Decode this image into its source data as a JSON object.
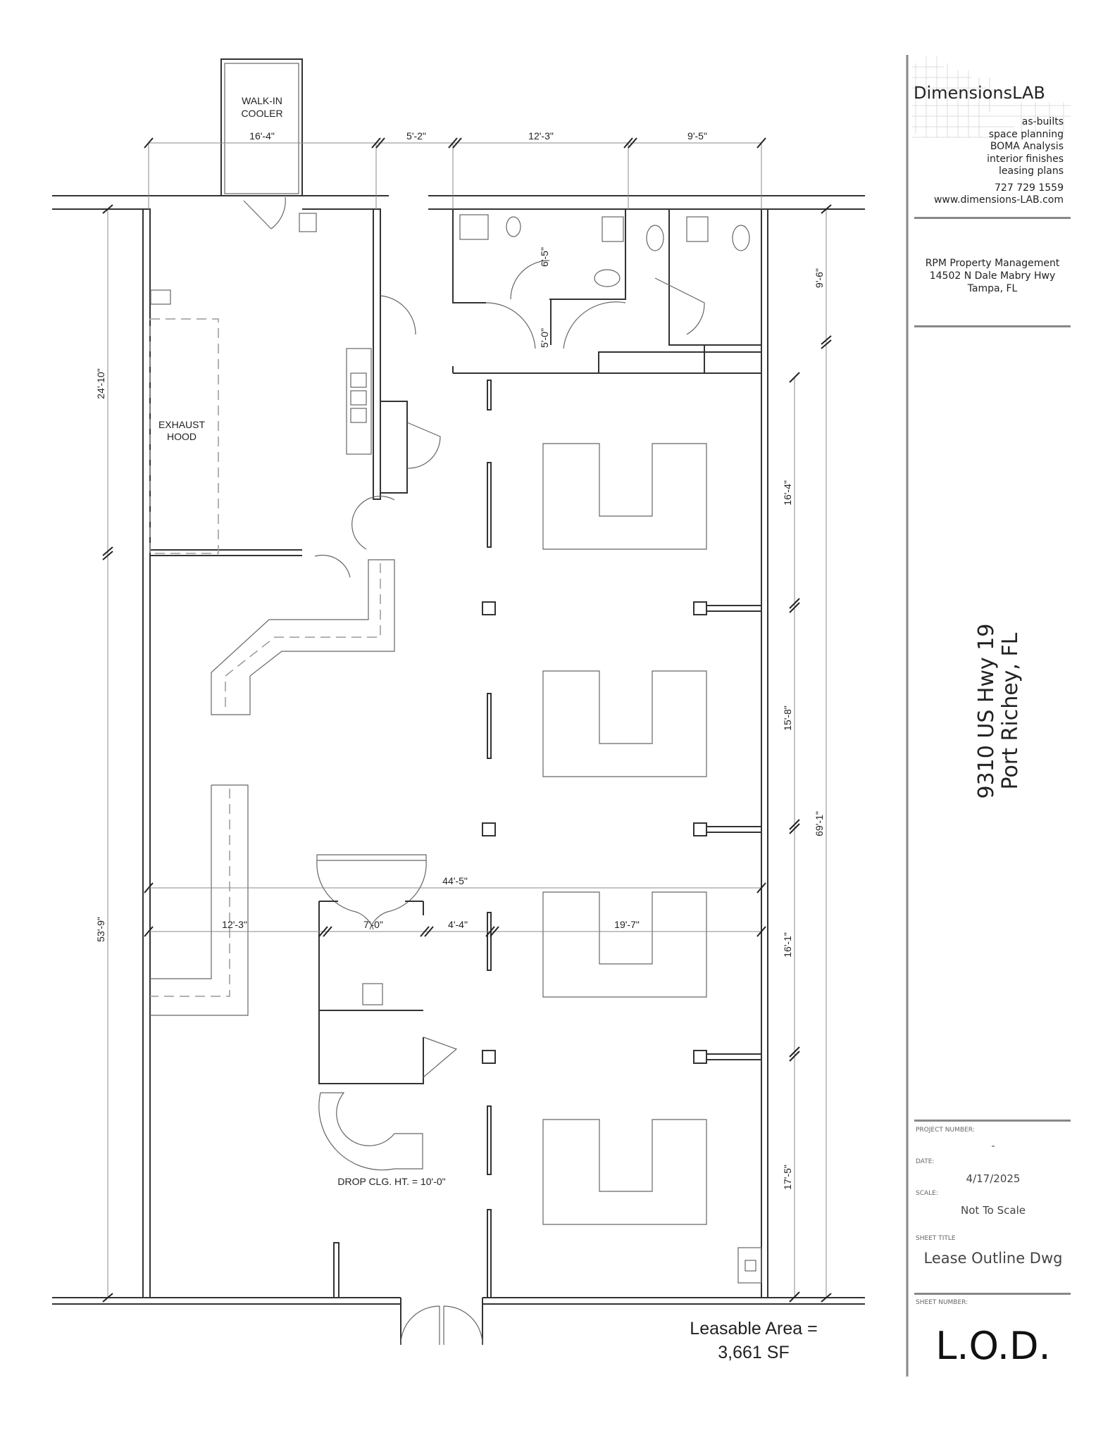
{
  "firm": {
    "name": "DimensionsLAB",
    "services": [
      "as-builts",
      "space planning",
      "BOMA Analysis",
      "interior finishes",
      "leasing plans"
    ],
    "phone": "727 729 1559",
    "website": "www.dimensions-LAB.com"
  },
  "client": {
    "name": "RPM Property Management",
    "address": "14502 N Dale Mabry Hwy",
    "city": "Tampa, FL"
  },
  "project": {
    "address": "9310 US Hwy 19",
    "city": "Port Richey, FL"
  },
  "title_block": {
    "project_number_label": "PROJECT NUMBER:",
    "project_number": "-",
    "date_label": "DATE:",
    "date": "4/17/2025",
    "scale_label": "SCALE:",
    "scale": "Not To Scale",
    "sheet_title_label": "SHEET TITLE",
    "sheet_title": "Lease Outline Dwg",
    "sheet_number_label": "SHEET NUMBER:",
    "sheet_number": "L.O.D."
  },
  "plan": {
    "rooms": {
      "cooler_line1": "WALK-IN",
      "cooler_line2": "COOLER",
      "hood_line1": "EXHAUST",
      "hood_line2": "HOOD",
      "ceiling_note": "DROP CLG. HT. = 10'-0\""
    },
    "dimensions": {
      "top": [
        "16'-4\"",
        "5'-2\"",
        "12'-3\"",
        "9'-5\""
      ],
      "left": [
        "24'-10\"",
        "53'-9\""
      ],
      "right_inner": [
        "16'-4\"",
        "15'-8\"",
        "16'-1\"",
        "17'-5\""
      ],
      "right_outer": [
        "9'-6\"",
        "69'-1\""
      ],
      "restroom": [
        "6'-5\"",
        "5'-0\""
      ],
      "overall_width": "44'-5\"",
      "mid": [
        "12'-3\"",
        "7'-0\"",
        "4'-4\"",
        "19'-7\""
      ]
    },
    "leasable_area_line1": "Leasable Area =",
    "leasable_area_line2": "3,661 SF"
  }
}
